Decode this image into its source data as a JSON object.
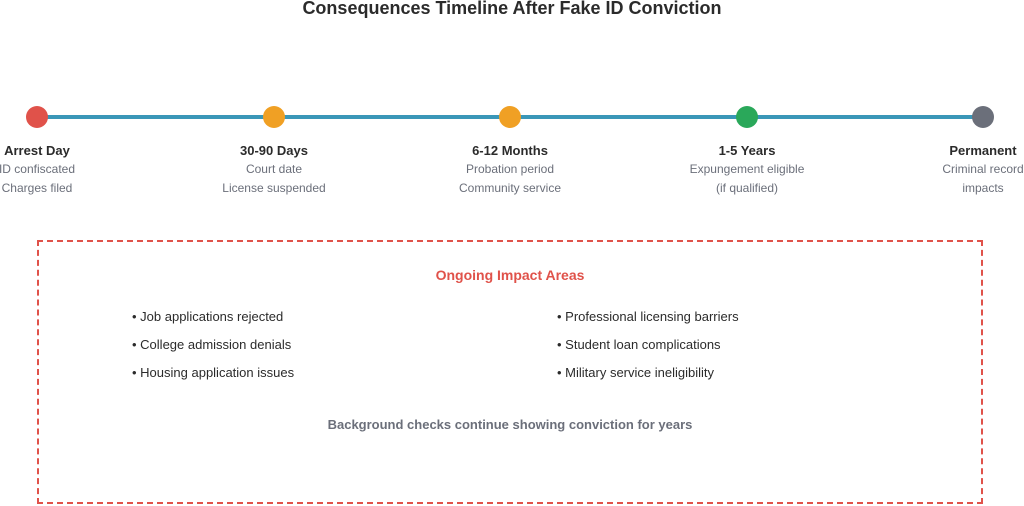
{
  "title": "Consequences Timeline After Fake ID Conviction",
  "timeline": {
    "line_color": "#3a97b8",
    "stages": [
      {
        "label": "Arrest Day",
        "details": [
          "ID confiscated",
          "Charges filed"
        ],
        "color": "#e0524a"
      },
      {
        "label": "30-90 Days",
        "details": [
          "Court date",
          "License suspended"
        ],
        "color": "#f0a024"
      },
      {
        "label": "6-12 Months",
        "details": [
          "Probation period",
          "Community service"
        ],
        "color": "#f0a024"
      },
      {
        "label": "1-5 Years",
        "details": [
          "Expungement eligible",
          "(if qualified)"
        ],
        "color": "#2aa85a"
      },
      {
        "label": "Permanent",
        "details": [
          "Criminal record",
          "impacts"
        ],
        "color": "#6b6f7a"
      }
    ]
  },
  "impact": {
    "title": "Ongoing Impact Areas",
    "left_items": [
      "Job applications rejected",
      "College admission denials",
      "Housing application issues"
    ],
    "right_items": [
      "Professional licensing barriers",
      "Student loan complications",
      "Military service ineligibility"
    ],
    "note": "Background checks continue showing conviction for years",
    "border_color": "#e0524a"
  }
}
